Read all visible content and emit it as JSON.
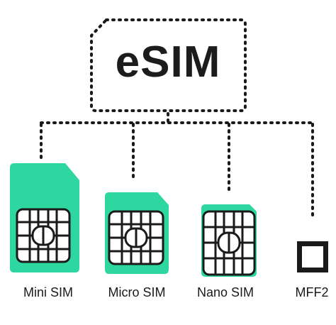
{
  "title": "eSIM",
  "accent_color": "#2ed6a0",
  "ink_color": "#1a1a1a",
  "labels": {
    "mini": "Mini SIM",
    "micro": "Micro SIM",
    "nano": "Nano SIM",
    "mff2": "MFF2"
  }
}
